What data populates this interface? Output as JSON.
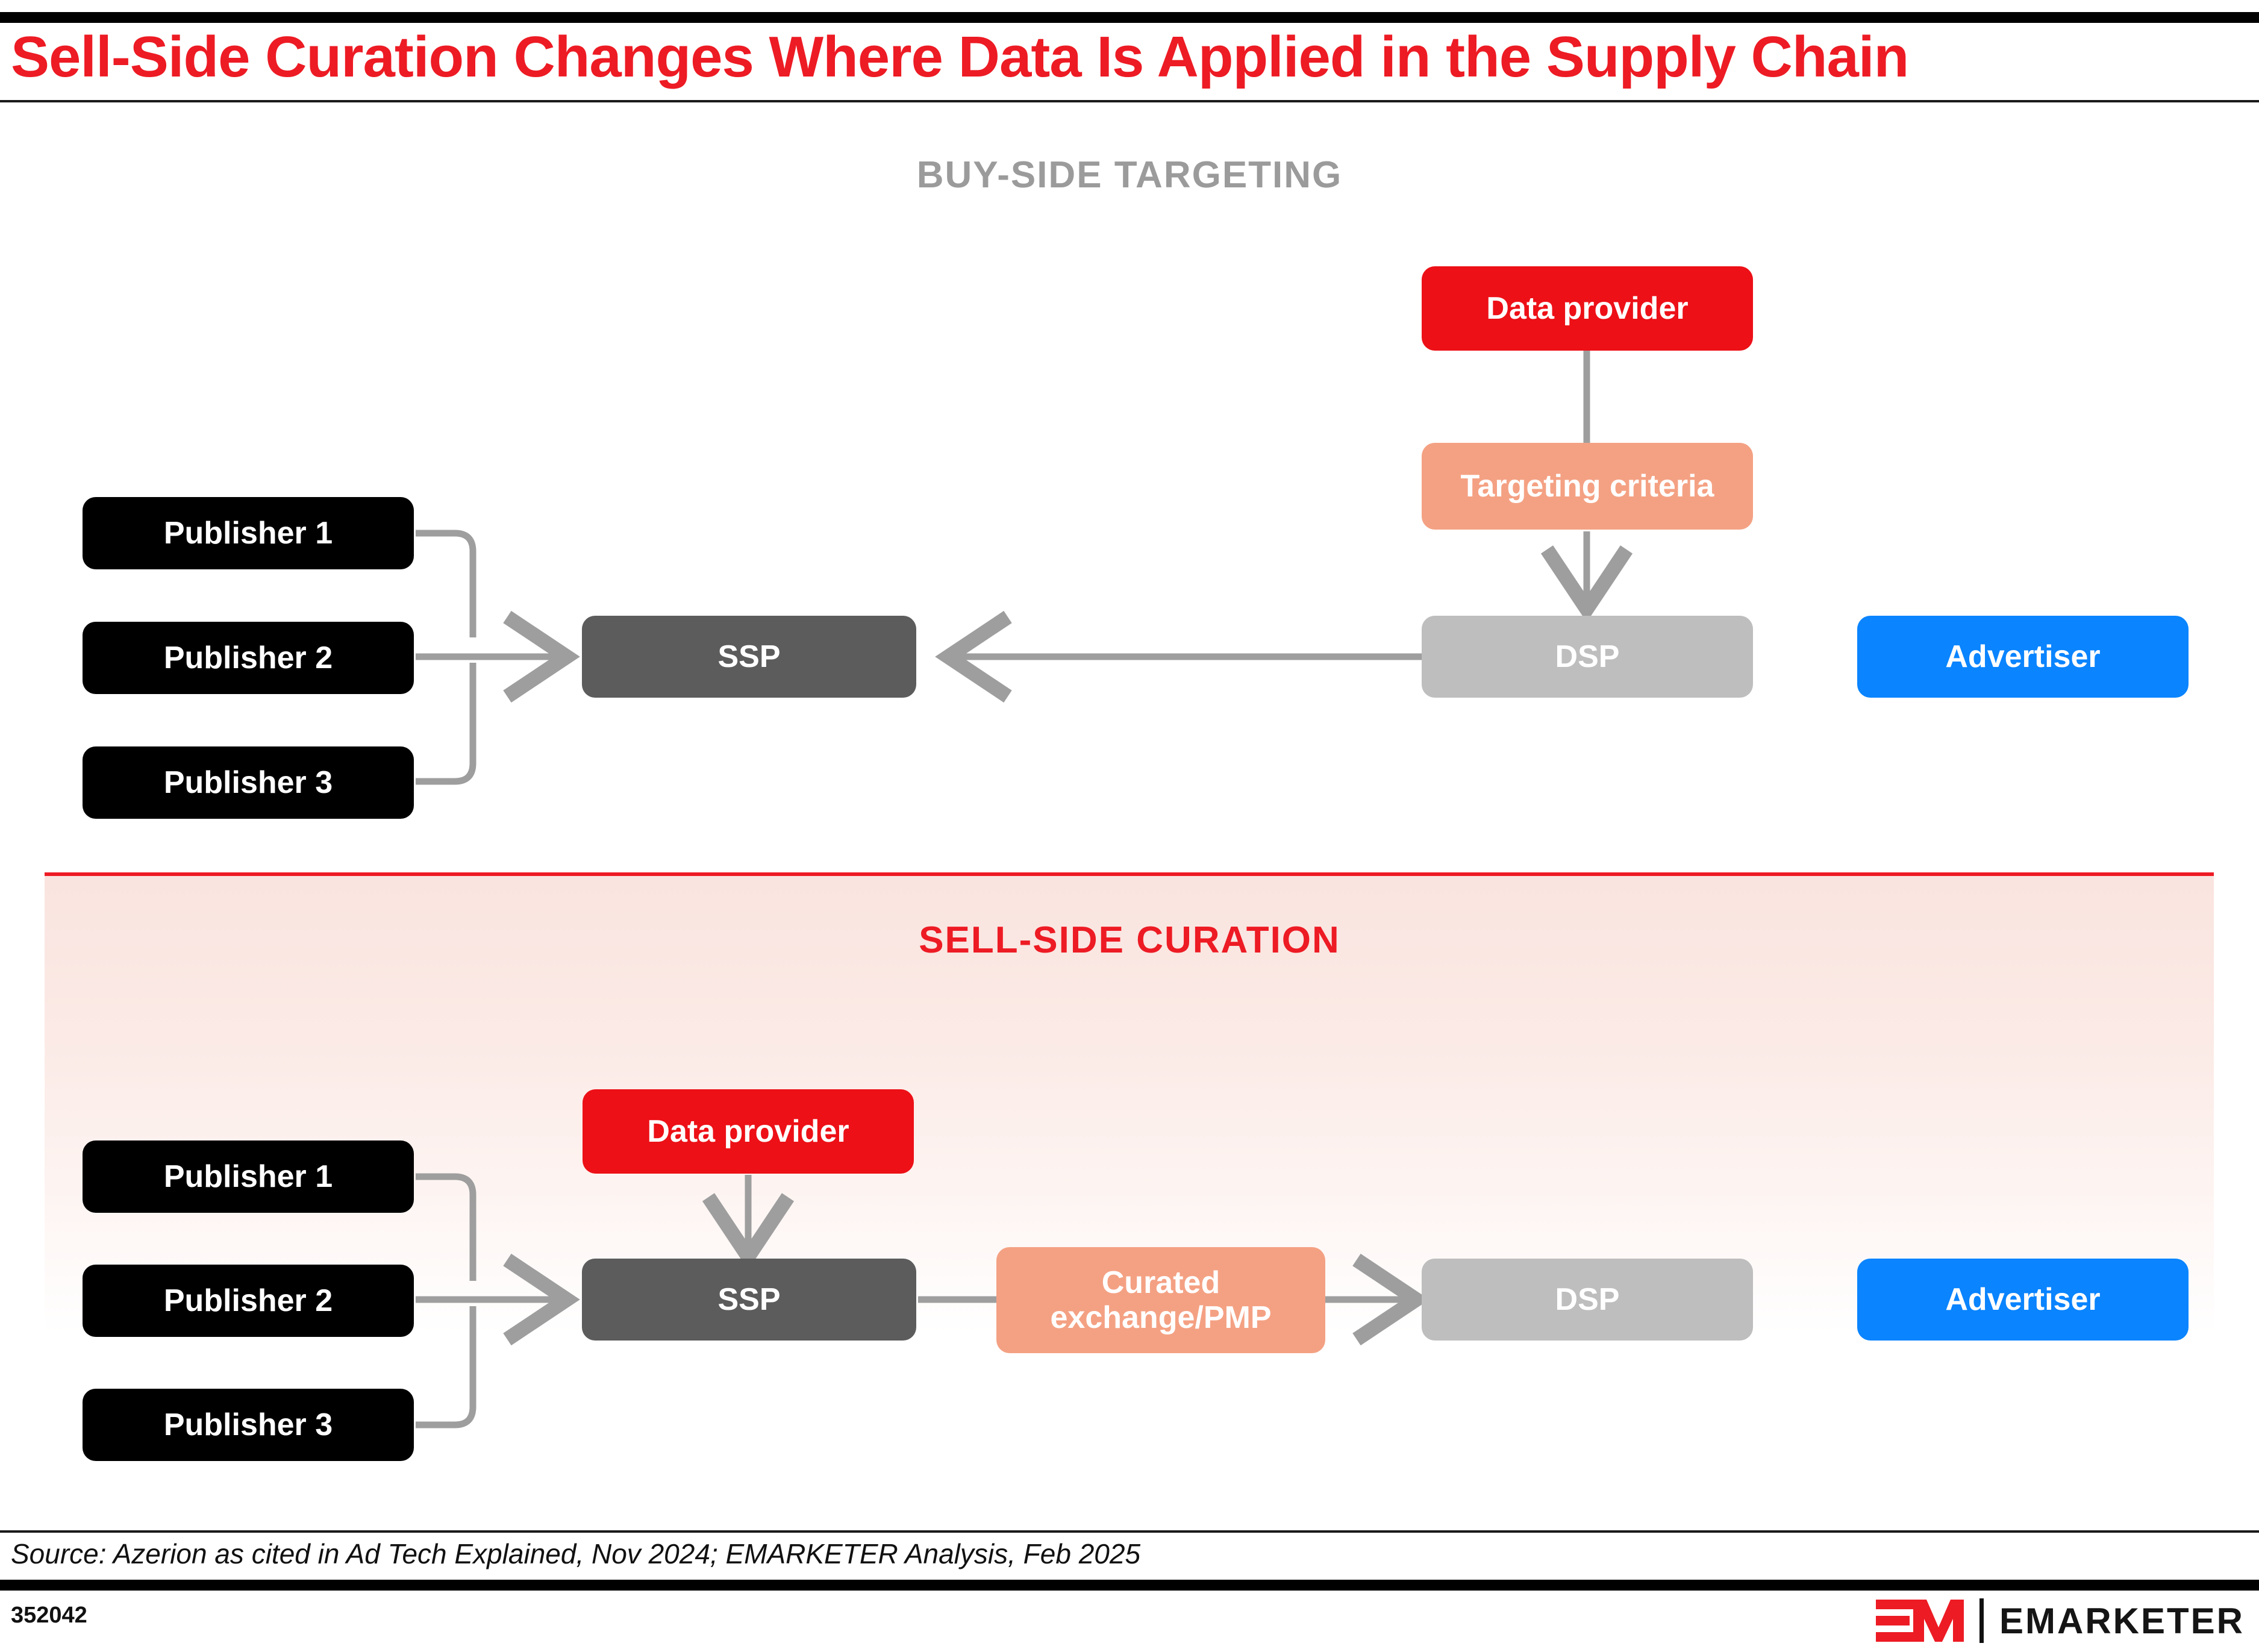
{
  "header": {
    "title": "Sell-Side Curation Changes Where Data Is Applied in the Supply Chain"
  },
  "sections": {
    "buy_side": {
      "heading": "BUY-SIDE TARGETING",
      "nodes": {
        "publisher_1": "Publisher 1",
        "publisher_2": "Publisher 2",
        "publisher_3": "Publisher 3",
        "ssp": "SSP",
        "dsp": "DSP",
        "advertiser": "Advertiser",
        "data_provider": "Data provider",
        "targeting_criteria": "Targeting criteria"
      }
    },
    "sell_side": {
      "heading": "SELL-SIDE CURATION",
      "nodes": {
        "publisher_1": "Publisher 1",
        "publisher_2": "Publisher 2",
        "publisher_3": "Publisher 3",
        "ssp": "SSP",
        "dsp": "DSP",
        "advertiser": "Advertiser",
        "data_provider": "Data provider",
        "curated_exchange_line1": "Curated",
        "curated_exchange_line2": "exchange/PMP"
      }
    }
  },
  "footer": {
    "source": "Source: Azerion as cited in Ad Tech Explained, Nov 2024; EMARKETER Analysis, Feb 2025",
    "figure_id": "352042",
    "brand": "EMARKETER"
  },
  "colors": {
    "brand_red": "#ED1B24",
    "data_provider_red": "#ED1017",
    "salmon": "#F4A183",
    "publisher_black": "#000000",
    "ssp_gray": "#5C5C5C",
    "dsp_gray": "#BEBEBE",
    "advertiser_blue": "#0A84FF",
    "heading_gray": "#9B9B9B",
    "connector_gray": "#9E9E9E"
  }
}
